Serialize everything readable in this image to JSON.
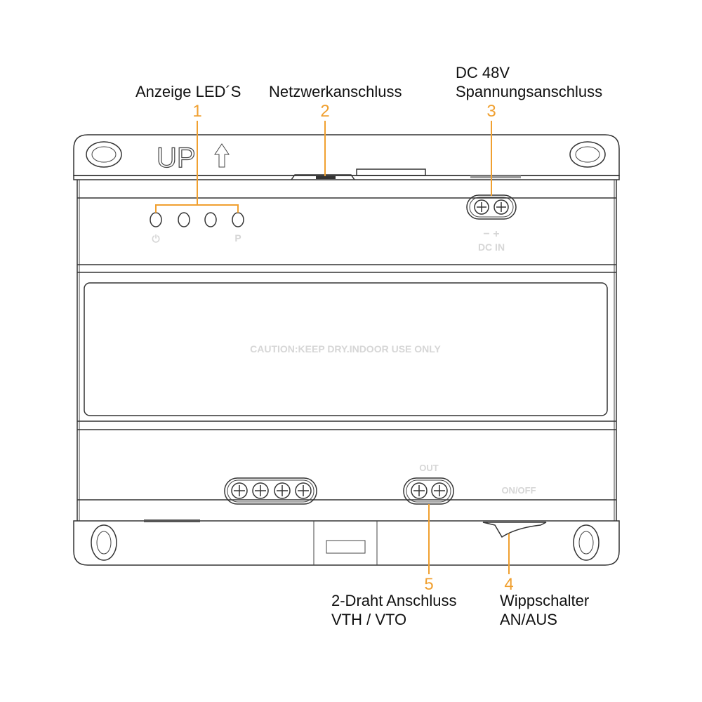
{
  "title_marking": "UP",
  "callouts": [
    {
      "number": "1",
      "lines": [
        "Anzeige LED´S"
      ]
    },
    {
      "number": "2",
      "lines": [
        "Netzwerkanschluss"
      ]
    },
    {
      "number": "3",
      "lines": [
        "DC 48V",
        "Spannungsanschluss"
      ]
    },
    {
      "number": "4",
      "lines": [
        "Wippschalter",
        "AN/AUS"
      ]
    },
    {
      "number": "5",
      "lines": [
        "2-Draht Anschluss",
        "VTH / VTO"
      ]
    }
  ],
  "device_markings": {
    "led_power": "⏻",
    "led_p": "P",
    "dc_polarity": "− +",
    "dc_in": "DC IN",
    "caution": "CAUTION:KEEP DRY.INDOOR USE ONLY",
    "out": "OUT",
    "on_off": "ON/OFF"
  },
  "colors": {
    "callout": "#f0a030",
    "line": "#333333",
    "marking": "#d6d6d6"
  }
}
